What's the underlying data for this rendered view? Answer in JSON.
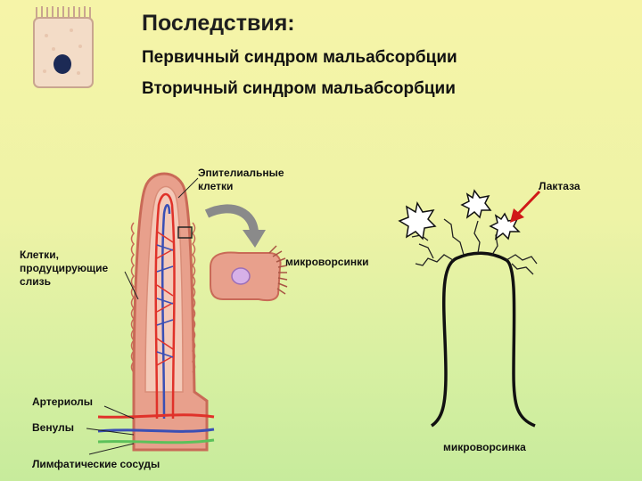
{
  "header": {
    "title": "Последствия:",
    "item1": "Первичный синдром мальабсорбции",
    "item2": "Вторичный синдром мальабсорбции"
  },
  "labels": {
    "epithelial_line1": "Эпителиальные",
    "epithelial_line2": "клетки",
    "mucus_line1": "Клетки,",
    "mucus_line2": "продуцирующие",
    "mucus_line3": "слизь",
    "microvilli": "микроворсинки",
    "arterioles": "Артериолы",
    "venules": "Венулы",
    "lymphatic": "Лимфатические сосуды",
    "lactase": "Лактаза",
    "microvillus": "микроворсинка"
  },
  "colors": {
    "villus_fill": "#e8a08c",
    "villus_edge": "#c96a57",
    "artery": "#e0322a",
    "vein": "#3a4fb5",
    "lymph": "#5cc15a",
    "arrow_red": "#d01818",
    "cell_fill": "#f1d9c3",
    "nucleus": "#1c2a55"
  }
}
